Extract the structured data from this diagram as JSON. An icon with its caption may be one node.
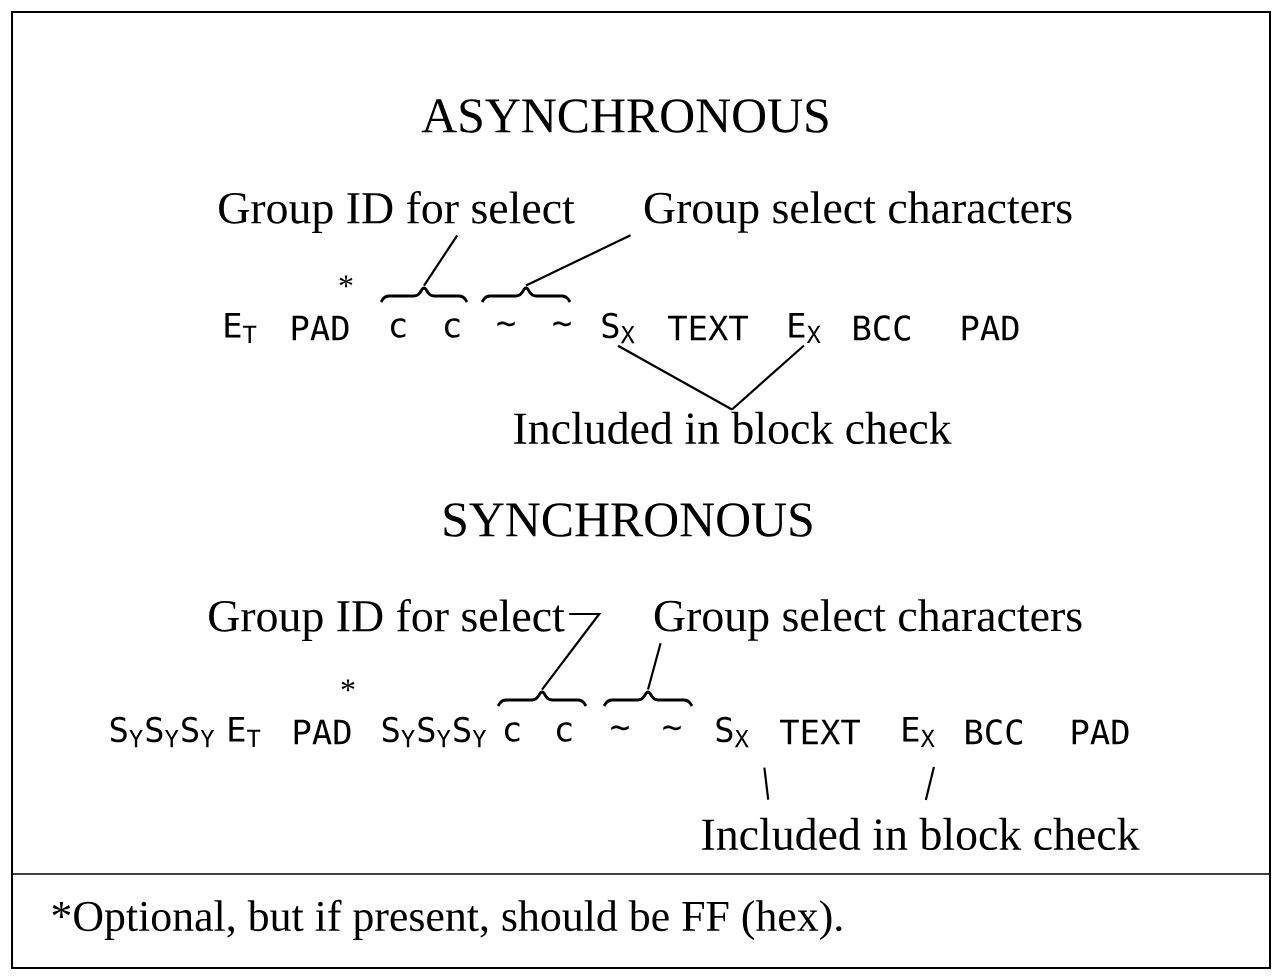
{
  "diagram": {
    "nodes": [
      {
        "text": [
          "Group ID for select"
        ]
      },
      {
        "text": [
          "Group select characters"
        ]
      },
      {
        "text": [],
        "shape": "brace"
      },
      {
        "text": [],
        "shape": "brace"
      },
      {
        "text": [
          "S$_{X}$"
        ]
      },
      {
        "text": [
          "E$_{X}$"
        ]
      },
      {
        "text": [
          "Included in block check"
        ]
      },
      {
        "text": [
          "Group ID for select"
        ]
      },
      {
        "text": [
          "Group select characters"
        ]
      },
      {
        "text": [],
        "shape": "brace"
      },
      {
        "text": [],
        "shape": "brace"
      },
      {
        "text": [
          "S$_{X}$"
        ]
      },
      {
        "text": [
          "E$_{X}$"
        ]
      },
      {
        "text": [
          "Included in block check"
        ]
      }
    ],
    "edges": [
      {
        "from": 0,
        "to": 2,
        "arrow": "none"
      },
      {
        "from": 1,
        "to": 3,
        "arrow": "none"
      },
      {
        "from": 4,
        "to": 6,
        "arrow": "none"
      },
      {
        "from": 5,
        "to": 6,
        "arrow": "none"
      },
      {
        "from": 7,
        "to": 9,
        "arrow": "none"
      },
      {
        "from": 8,
        "to": 10,
        "arrow": "none"
      },
      {
        "from": 11,
        "to": 13,
        "arrow": "none"
      },
      {
        "from": 12,
        "to": 13,
        "arrow": "none"
      }
    ],
    "labels": [
      "ASYNCHRONOUS",
      "*",
      "E$_{T}$",
      "PAD",
      "c",
      "c",
      "~",
      "~",
      "TEXT",
      "BCC",
      "PAD",
      "SYNCHRONOUS",
      "*",
      "S$_{Y}$S$_{Y}$S$_{Y}$",
      "E$_{T}$",
      "PAD",
      "S$_{Y}$S$_{Y}$S$_{Y}$",
      "c",
      "c",
      "~",
      "~",
      "TEXT",
      "BCC",
      "PAD",
      "*Optional, but if present, should be FF (hex)."
    ]
  }
}
